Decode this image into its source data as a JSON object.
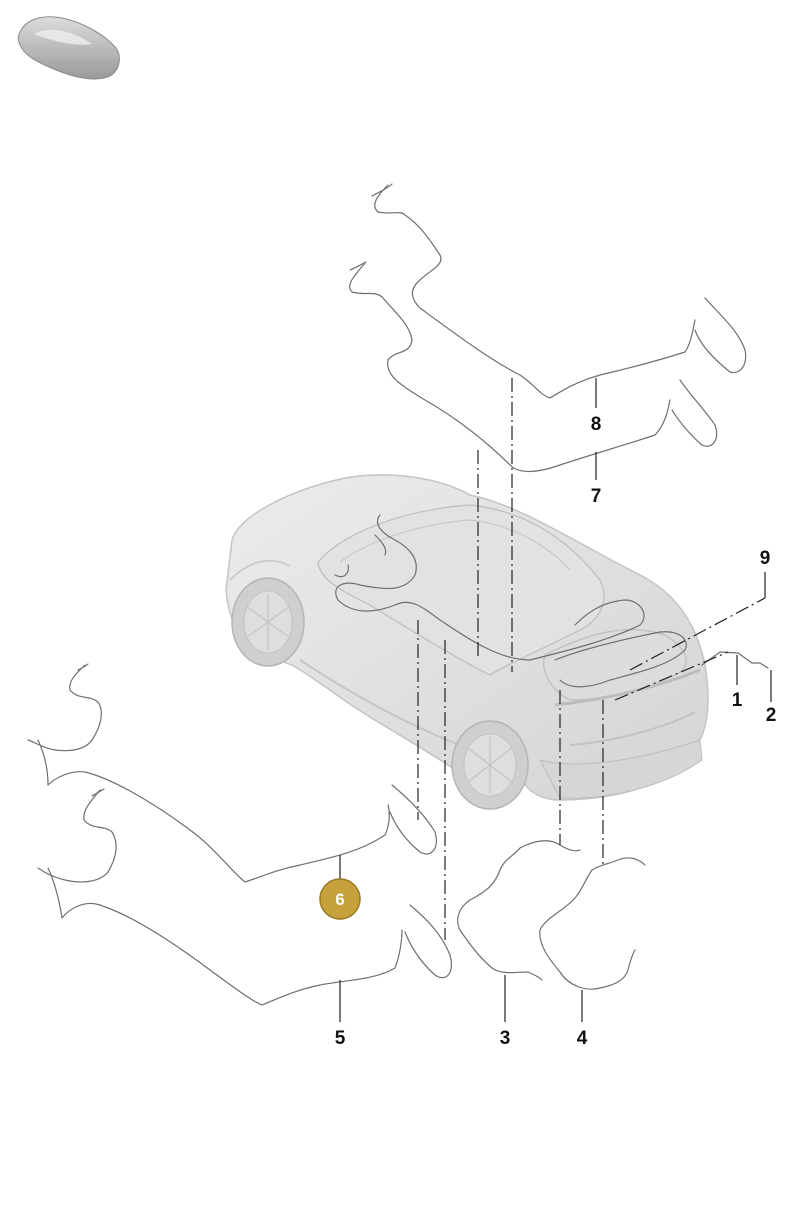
{
  "diagram": {
    "highlight_color": "#c6a03a",
    "callouts": [
      {
        "id": "1",
        "label": "1"
      },
      {
        "id": "2",
        "label": "2"
      },
      {
        "id": "3",
        "label": "3"
      },
      {
        "id": "4",
        "label": "4"
      },
      {
        "id": "5",
        "label": "5"
      },
      {
        "id": "6",
        "label": "6",
        "highlighted": true
      },
      {
        "id": "7",
        "label": "7"
      },
      {
        "id": "8",
        "label": "8"
      },
      {
        "id": "9",
        "label": "9"
      }
    ]
  }
}
